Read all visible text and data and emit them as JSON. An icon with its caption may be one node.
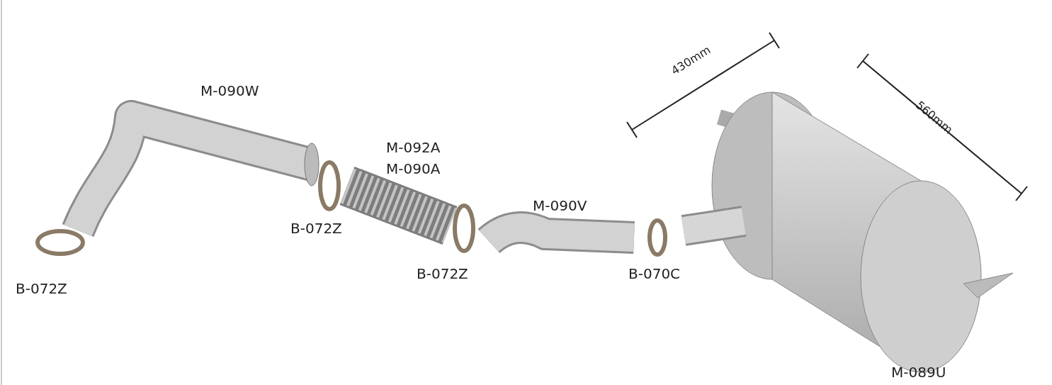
{
  "diagram": {
    "labels": [
      "430mm",
      "M-090W",
      "560mm",
      "M-092A",
      "M-090A",
      "M-090V",
      "B-072Z",
      "B-072Z",
      "B-070C",
      "B-072Z",
      "M-089U"
    ]
  }
}
